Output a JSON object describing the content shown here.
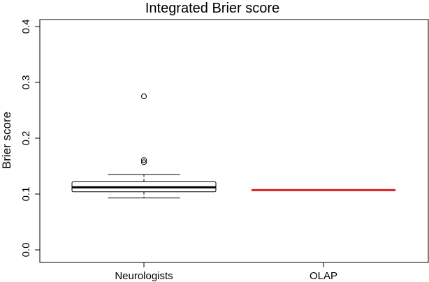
{
  "chart_data": {
    "type": "box",
    "title": "Integrated Brier score",
    "xlabel": "",
    "ylabel": "Brier score",
    "ylim": [
      0,
      0.4
    ],
    "yticks": [
      "0.0",
      "0.1",
      "0.2",
      "0.3",
      "0.4"
    ],
    "grid": false,
    "categories": [
      "Neurologists",
      "OLAP"
    ],
    "boxes": [
      {
        "category": "Neurologists",
        "whisker_low": 0.093,
        "q1": 0.104,
        "median": 0.112,
        "q3": 0.122,
        "whisker_high": 0.135,
        "outliers": [
          0.275,
          0.161,
          0.157
        ]
      }
    ],
    "reference_lines": [
      {
        "category": "OLAP",
        "value": 0.107,
        "color": "#dd2222"
      }
    ]
  }
}
